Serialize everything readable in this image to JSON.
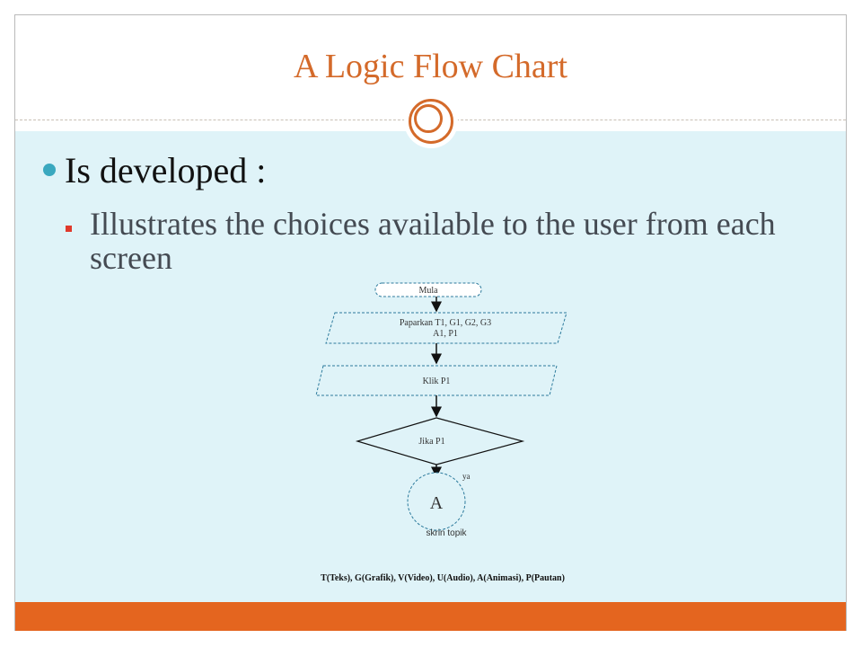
{
  "slide": {
    "title": "A Logic Flow Chart",
    "bullet_main": "Is developed :",
    "bullet_sub": "Illustrates the choices available to the user from each screen",
    "legend": "T(Teks), G(Grafik), V(Video), U(Audio), A(Animasi), P(Pautan)"
  },
  "flowchart": {
    "start": "Mula",
    "display_line1": "Paparkan T1, G1, G2, G3",
    "display_line2": "A1, P1",
    "input": "Klik P1",
    "decision": "Jika P1",
    "yes_label": "ya",
    "connector": "A",
    "connector_caption": "skrin topik"
  },
  "colors": {
    "accent_orange": "#e4651f",
    "title_orange": "#d46a2a",
    "content_bg": "#dff3f8",
    "bullet_blue": "#3aa8bf",
    "bullet_red": "#e0392b",
    "shape_stroke": "#2c7a9c"
  }
}
